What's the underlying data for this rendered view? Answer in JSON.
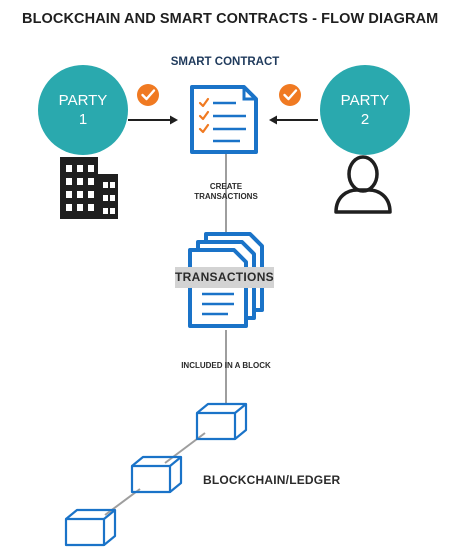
{
  "title": "BLOCKCHAIN AND SMART CONTRACTS - FLOW DIAGRAM",
  "smart_contract_label": "SMART CONTRACT",
  "party1": {
    "line1": "PARTY",
    "line2": "1"
  },
  "party2": {
    "line1": "PARTY",
    "line2": "2"
  },
  "create_transactions": {
    "line1": "CREATE",
    "line2": "TRANSACTIONS"
  },
  "transactions_label": "TRANSACTIONS",
  "included_label": "INCLUDED IN A BLOCK",
  "ledger_label": "BLOCKCHAIN/LEDGER",
  "colors": {
    "teal": "#2aa9ae",
    "blue": "#1a73c8",
    "orange": "#f07a22",
    "dark": "#1f1f1f"
  },
  "icons": [
    "building-icon",
    "person-icon",
    "contract-document-icon",
    "checkmark-badge-icon",
    "transactions-documents-icon",
    "block-cube-icon"
  ]
}
